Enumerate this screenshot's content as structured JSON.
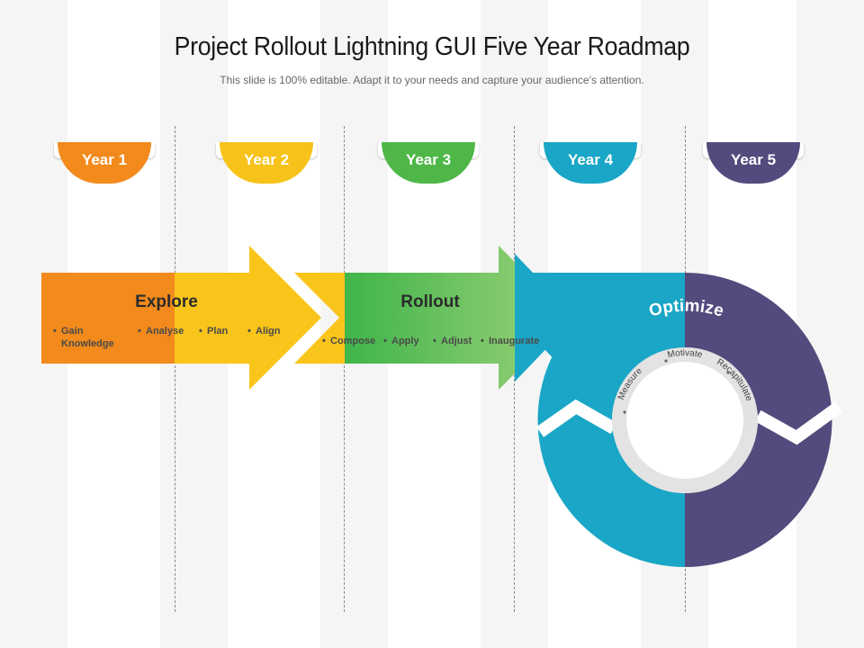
{
  "header": {
    "title": "Project Rollout Lightning GUI Five Year Roadmap",
    "subtitle": "This slide is 100% editable. Adapt it to your needs and capture your audience’s attention."
  },
  "years": [
    {
      "label": "Year 1",
      "color": "#f28a1c"
    },
    {
      "label": "Year 2",
      "color": "#f7c31a"
    },
    {
      "label": "Year 3",
      "color": "#4fb748"
    },
    {
      "label": "Year 4",
      "color": "#1aa6c6"
    },
    {
      "label": "Year 5",
      "color": "#544a7d"
    }
  ],
  "phases": {
    "explore": {
      "title": "Explore",
      "items": [
        "Gain Knowledge",
        "Analyse",
        "Plan",
        "Align"
      ]
    },
    "rollout": {
      "title": "Rollout",
      "items": [
        "Compose",
        "Apply",
        "Adjust",
        "Inaugurate"
      ]
    },
    "optimize": {
      "title": "Optimize",
      "cycle": [
        "Measure",
        "Motivate",
        "Recapitulate"
      ]
    }
  },
  "colors": {
    "orange": "#f28a1c",
    "yellow": "#f7c31a",
    "green": "#4fb748",
    "teal": "#1aa6c6",
    "purple": "#544a7d"
  }
}
